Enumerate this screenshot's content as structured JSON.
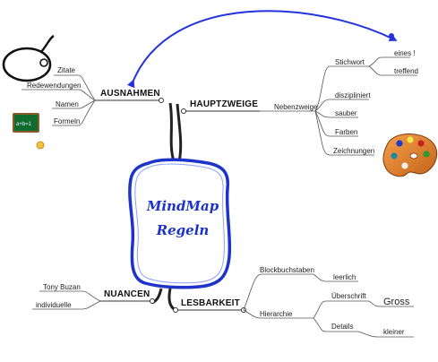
{
  "center": {
    "line1": "MindMap",
    "line2": "Regeln"
  },
  "branches": {
    "ausnahmen": {
      "label": "AUSNAHMEN",
      "children": [
        "Zitate",
        "Redewendungen",
        "Namen",
        "Formeln"
      ]
    },
    "hauptzweige": {
      "label": "HAUPTZWEIGE",
      "nebenzweige": {
        "label": "Nebenzweige",
        "stichwort": {
          "label": "Stichwort",
          "children": [
            "eines !",
            "treffend"
          ]
        },
        "others": [
          "diszipliniert",
          "sauber",
          "Farben",
          "Zeichnungen"
        ]
      }
    },
    "nuancen": {
      "label": "NUANCEN",
      "children": [
        "Tony Buzan",
        "individuelle"
      ]
    },
    "lesbarkeit": {
      "label": "LESBARKEIT",
      "buchstaben": {
        "label": "Blockbuchstaben",
        "child": "leerlich"
      },
      "hierarchie": {
        "label": "Hierarchie",
        "uberschrift": {
          "label": "Überschrift",
          "child": "Gross"
        },
        "details": {
          "label": "Details",
          "child": "kleiner"
        }
      }
    }
  },
  "colors": {
    "center_border": "#1d33c9",
    "arrow": "#2233dd",
    "text": "#222222",
    "board": "#0f6b2e",
    "palette": "#e07a20"
  },
  "icons": [
    "speech-bubble-icon",
    "chalkboard-icon",
    "paint-palette-icon"
  ]
}
